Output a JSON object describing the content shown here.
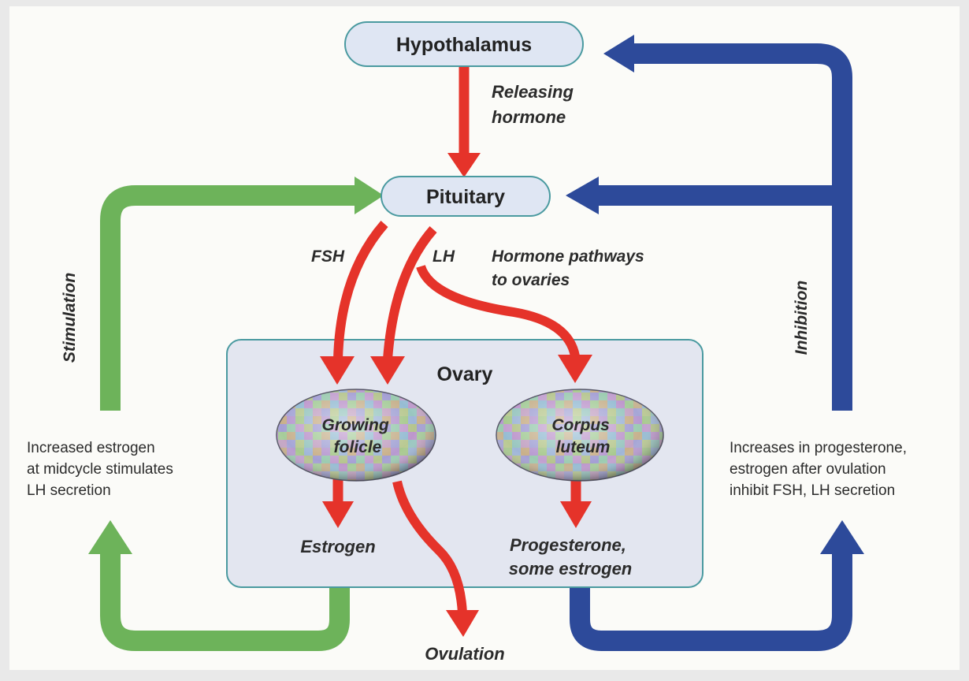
{
  "nodes": {
    "hypothalamus": "Hypothalamus",
    "pituitary": "Pituitary",
    "ovary": "Ovary",
    "growing_follicle": [
      "Growing",
      "folicle"
    ],
    "corpus_luteum": [
      "Corpus",
      "luteum"
    ]
  },
  "labels": {
    "releasing_hormone": [
      "Releasing",
      "hormone"
    ],
    "fsh": "FSH",
    "lh": "LH",
    "pathways": [
      "Hormone pathways",
      "to ovaries"
    ],
    "stimulation": "Stimulation",
    "inhibition": "Inhibition",
    "estrogen": "Estrogen",
    "progesterone": [
      "Progesterone,",
      "some estrogen"
    ],
    "ovulation": "Ovulation"
  },
  "notes": {
    "left": [
      "Increased estrogen",
      "at midcycle stimulates",
      "LH secretion"
    ],
    "right": [
      "Increases in progesterone,",
      "estrogen after ovulation",
      "inhibit FSH, LH secretion"
    ]
  },
  "colors": {
    "red_arrow": "#e5332a",
    "green_arrow": "#6db35a",
    "blue_arrow": "#2d4a9a",
    "node_fill": "#dfe6f3",
    "node_stroke": "#4a9aa0",
    "ovary_fill": "#e3e6f0"
  }
}
